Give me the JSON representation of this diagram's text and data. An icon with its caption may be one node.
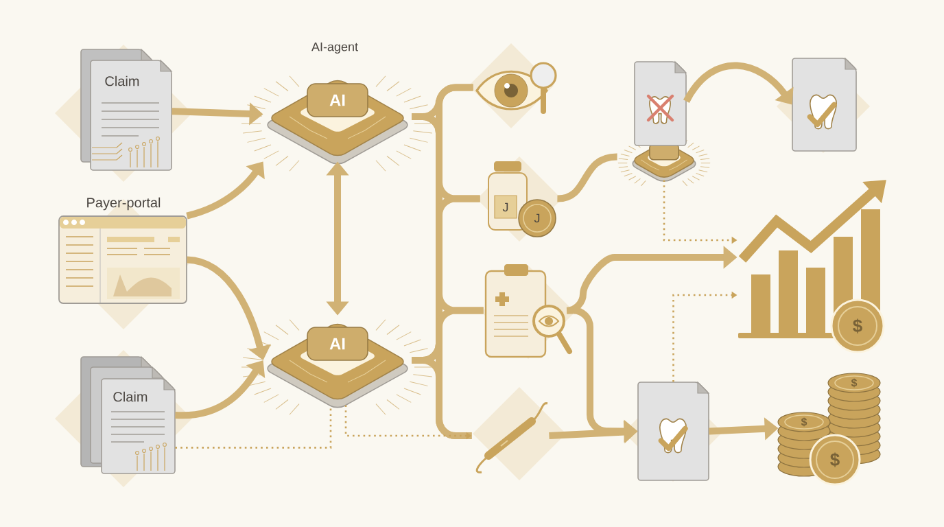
{
  "diagram": {
    "nodes": [
      {
        "text": [
          "Claim"
        ]
      },
      {
        "text": [
          "Payer-portal"
        ]
      },
      {
        "text": [
          "Claim"
        ]
      },
      {
        "text": [
          "AI-agent",
          "AI"
        ]
      },
      {
        "text": [
          "AI"
        ]
      },
      {
        "text": [],
        "shape": "picture"
      },
      {
        "text": [
          "J",
          "J"
        ]
      },
      {
        "text": [],
        "shape": "picture"
      },
      {
        "text": [],
        "shape": "picture"
      },
      {
        "text": [],
        "shape": "picture"
      },
      {
        "text": [],
        "shape": "picture"
      },
      {
        "text": [
          "$"
        ]
      },
      {
        "text": [],
        "shape": "picture"
      },
      {
        "text": [
          "$",
          "$",
          "$"
        ]
      }
    ],
    "edges": [
      {
        "from": 0,
        "to": 3,
        "arrow": "to"
      },
      {
        "from": 1,
        "to": 3,
        "arrow": "to"
      },
      {
        "from": 1,
        "to": 4,
        "arrow": "to"
      },
      {
        "from": 2,
        "to": 4,
        "arrow": "to"
      },
      {
        "from": 2,
        "to": 4,
        "arrow": "none",
        "style": "dashed"
      },
      {
        "from": 3,
        "to": 4,
        "arrow": "both"
      },
      {
        "from": 3,
        "to": 5,
        "arrow": "none"
      },
      {
        "from": 3,
        "to": 6,
        "arrow": "none"
      },
      {
        "from": 3,
        "to": 7,
        "arrow": "none"
      },
      {
        "from": 3,
        "to": 8,
        "arrow": "none"
      },
      {
        "from": 4,
        "to": 5,
        "arrow": "none"
      },
      {
        "from": 4,
        "to": 6,
        "arrow": "none"
      },
      {
        "from": 4,
        "to": 7,
        "arrow": "none"
      },
      {
        "from": 4,
        "to": 8,
        "arrow": "none"
      },
      {
        "from": 6,
        "to": 9,
        "arrow": "none"
      },
      {
        "from": 9,
        "to": 10,
        "arrow": "to"
      },
      {
        "from": 9,
        "to": 11,
        "arrow": "to",
        "style": "dashed"
      },
      {
        "from": 7,
        "to": 11,
        "arrow": "to"
      },
      {
        "from": 7,
        "to": 12,
        "arrow": "to"
      },
      {
        "from": 8,
        "to": 12,
        "arrow": "to"
      },
      {
        "from": 12,
        "to": 11,
        "arrow": "to",
        "style": "dashed"
      },
      {
        "from": 12,
        "to": 13,
        "arrow": "to"
      },
      {
        "from": 4,
        "to": 8,
        "arrow": "to",
        "style": "dashed"
      }
    ]
  }
}
